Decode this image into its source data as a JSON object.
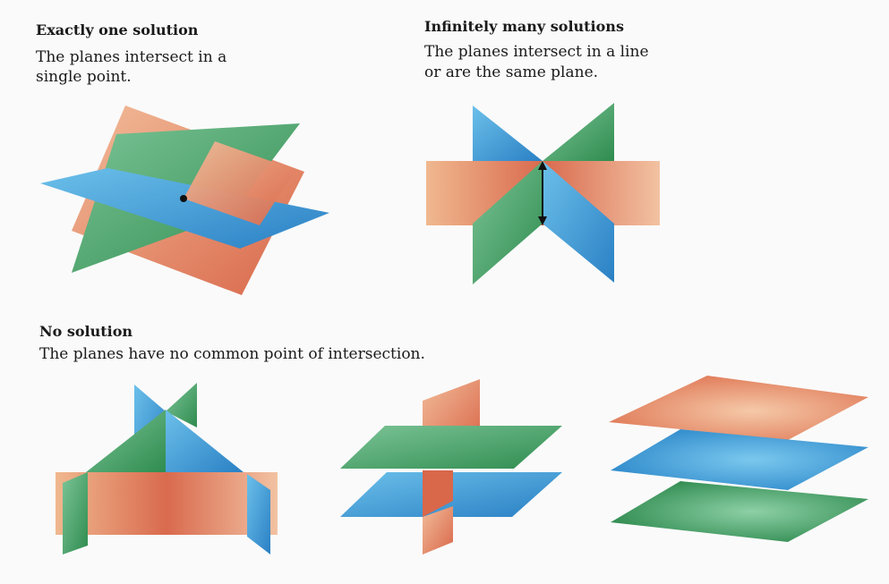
{
  "sections": {
    "one_solution": {
      "title": "Exactly one solution",
      "line1": "The planes intersect in a",
      "line2": "single point."
    },
    "infinite_solutions": {
      "title": "Infinitely many solutions",
      "line1": "The planes intersect in a line",
      "line2": "or are the same plane."
    },
    "no_solution": {
      "title": "No solution",
      "line1": "The planes have no common point of intersection."
    }
  },
  "colors": {
    "orange_light": "#f2bd9a",
    "orange_dark": "#d9674a",
    "green_light": "#6cb88a",
    "green_dark": "#2f8c4f",
    "blue_light": "#5fb8e6",
    "blue_dark": "#2a86c8",
    "page_background": "#fafafa"
  }
}
